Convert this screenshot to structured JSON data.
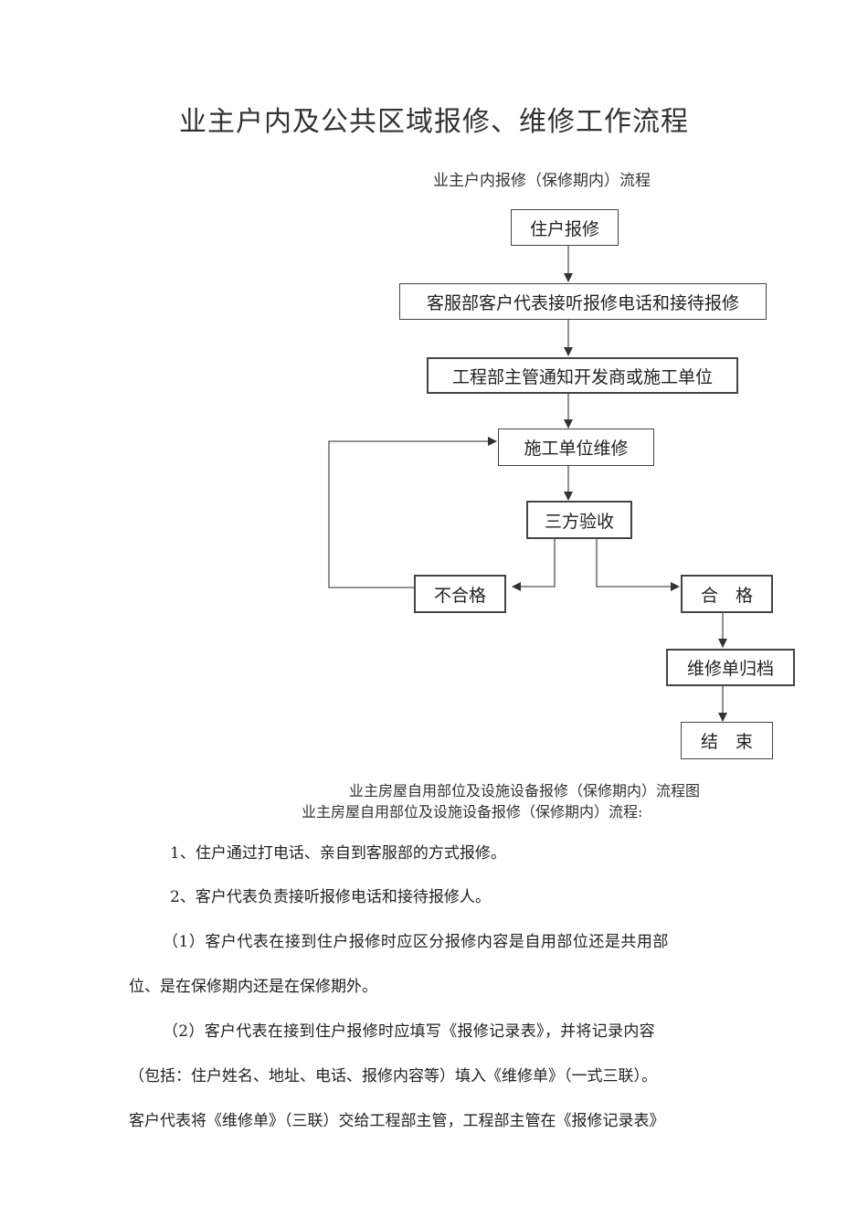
{
  "document": {
    "title": "业主户内及公共区域报修、维修工作流程",
    "subtitle": "业主户内报修（保修期内）流程"
  },
  "flowchart": {
    "nodes": {
      "resident_report": "住户报修",
      "customer_service": "客服部客户代表接听报修电话和接待报修",
      "engineering_notify": "工程部主管通知开发商或施工单位",
      "contractor_repair": "施工单位维修",
      "three_party_inspection": "三方验收",
      "failed": "不合格",
      "passed": "合　格",
      "archive": "维修单归档",
      "end": "结　束"
    },
    "caption": "业主房屋自用部位及设施设备报修（保修期内）流程图"
  },
  "body": {
    "section_heading": "业主房屋自用部位及设施设备报修（保修期内）流程:",
    "paragraphs": [
      "1、住户通过打电话、亲自到客服部的方式报修。",
      "2、客户代表负责接听报修电话和接待报修人。",
      "（1）客户代表在接到住户报修时应区分报修内容是自用部位还是共用部",
      "位、是在保修期内还是在保修期外。",
      "（2）客户代表在接到住户报修时应填写《报修记录表》，并将记录内容",
      "（包括：住户姓名、地址、电话、报修内容等）填入《维修单》（一式三联）。",
      "客户代表将《维修单》（三联）交给工程部主管，工程部主管在《报修记录表》"
    ]
  }
}
